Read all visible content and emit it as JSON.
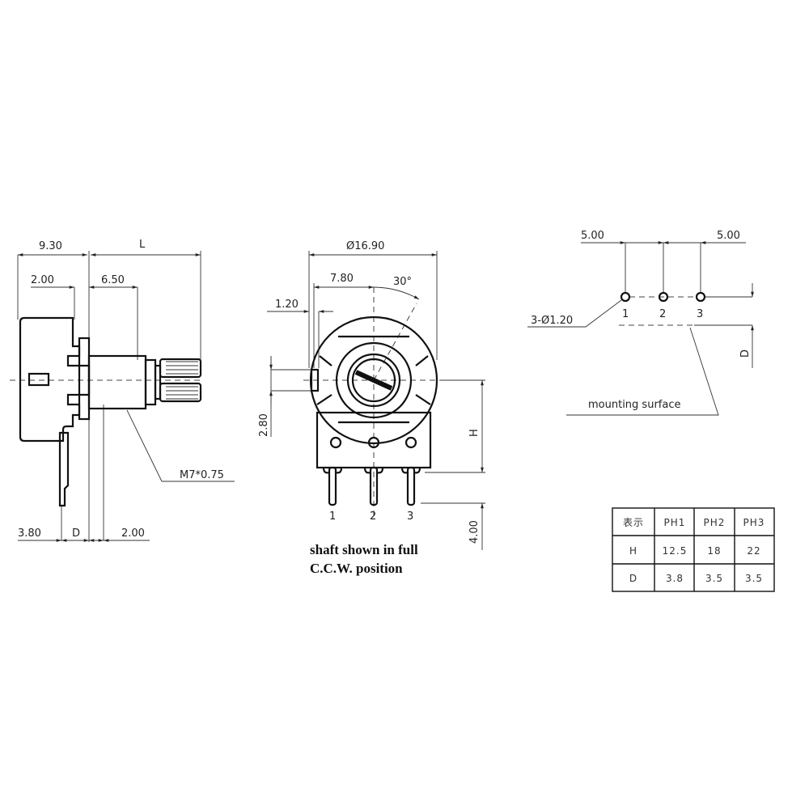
{
  "side_view": {
    "dim_body": "9.30",
    "dim_shaft_total": "L",
    "dim_flange": "2.00",
    "dim_bushing": "6.50",
    "dim_pin": "3.80",
    "dim_d": "D",
    "dim_thread": "2.00",
    "thread_label": "M7*0.75"
  },
  "front_view": {
    "dim_diameter": "Ø16.90",
    "dim_offset": "7.80",
    "dim_angle": "30°",
    "dim_tab": "1.20",
    "dim_tab_height": "2.80",
    "dim_h": "H",
    "dim_pin_length": "4.00",
    "pins": [
      "1",
      "2",
      "3"
    ],
    "note_line1": "shaft shown in full",
    "note_line2": "C.C.W. position"
  },
  "pcb_layout": {
    "pitch_left": "5.00",
    "pitch_right": "5.00",
    "hole_label": "3-Ø1.20",
    "pins": [
      "1",
      "2",
      "3"
    ],
    "dim_d": "D",
    "surface_label": "mounting surface"
  },
  "table": {
    "headers": [
      "表示",
      "PH1",
      "PH2",
      "PH3"
    ],
    "rows": [
      [
        "H",
        "12.5",
        "18",
        "22"
      ],
      [
        "D",
        "3.8",
        "3.5",
        "3.5"
      ]
    ]
  }
}
